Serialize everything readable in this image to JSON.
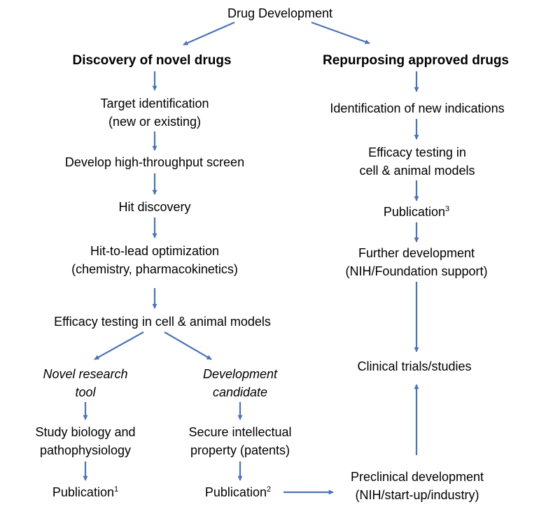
{
  "root": "Drug Development",
  "discovery": {
    "heading": "Discovery of novel drugs",
    "target_1": "Target identification",
    "target_2": "(new or existing)",
    "screen": "Develop high-throughput screen",
    "hit": "Hit discovery",
    "h2l_1": "Hit-to-lead optimization",
    "h2l_2": "(chemistry, pharmacokinetics)",
    "efficacy": "Efficacy testing in cell & animal models",
    "tool_1": "Novel research",
    "tool_2": "tool",
    "candidate_1": "Development",
    "candidate_2": "candidate",
    "biology_1": "Study biology and",
    "biology_2": "pathophysiology",
    "ip_1": "Secure intellectual",
    "ip_2": "property (patents)",
    "pub1": "Publication",
    "pub1_sup": "1",
    "pub2": "Publication",
    "pub2_sup": "2"
  },
  "repurposing": {
    "heading": "Repurposing approved drugs",
    "indications": "Identification of new indications",
    "efficacy_1": "Efficacy testing in",
    "efficacy_2": "cell & animal models",
    "pub3": "Publication",
    "pub3_sup": "3",
    "further_1": "Further development",
    "further_2": "(NIH/Foundation support)",
    "clinical": "Clinical trials/studies",
    "preclinical_1": "Preclinical development",
    "preclinical_2": "(NIH/start-up/industry)"
  },
  "colors": {
    "arrow": "#4a73b5",
    "text": "#000000"
  }
}
